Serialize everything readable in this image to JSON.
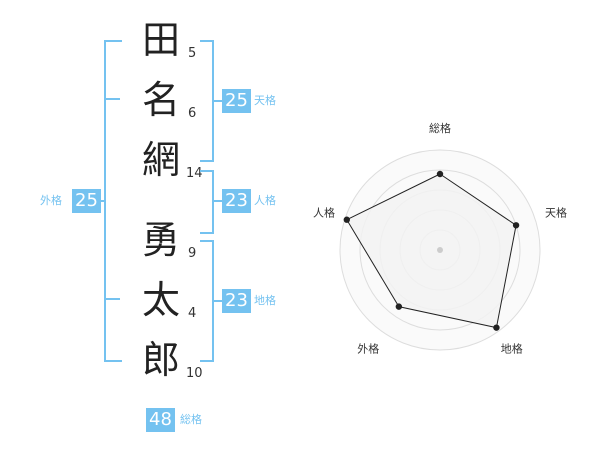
{
  "name": {
    "surname": [
      {
        "char": "田",
        "strokes": "5"
      },
      {
        "char": "名",
        "strokes": "6"
      },
      {
        "char": "網",
        "strokes": "14"
      }
    ],
    "given": [
      {
        "char": "勇",
        "strokes": "9"
      },
      {
        "char": "太",
        "strokes": "4"
      },
      {
        "char": "郎",
        "strokes": "10"
      }
    ]
  },
  "scores": {
    "tenkaku": {
      "value": "25",
      "label": "天格"
    },
    "jinkaku": {
      "value": "23",
      "label": "人格"
    },
    "chikaku": {
      "value": "23",
      "label": "地格"
    },
    "gaikaku": {
      "value": "25",
      "label": "外格"
    },
    "soukaku": {
      "value": "48",
      "label": "総格"
    }
  },
  "chart_data": {
    "type": "radar",
    "axes": [
      "総格",
      "天格",
      "地格",
      "外格",
      "人格"
    ],
    "values": [
      0.76,
      0.8,
      0.96,
      0.7,
      0.98
    ],
    "colors": {
      "fill": "#f2f2f2",
      "stroke": "#222222",
      "ring": "#dddddd",
      "center": "#cccccc"
    }
  },
  "colors": {
    "accent": "#74c2f0"
  }
}
